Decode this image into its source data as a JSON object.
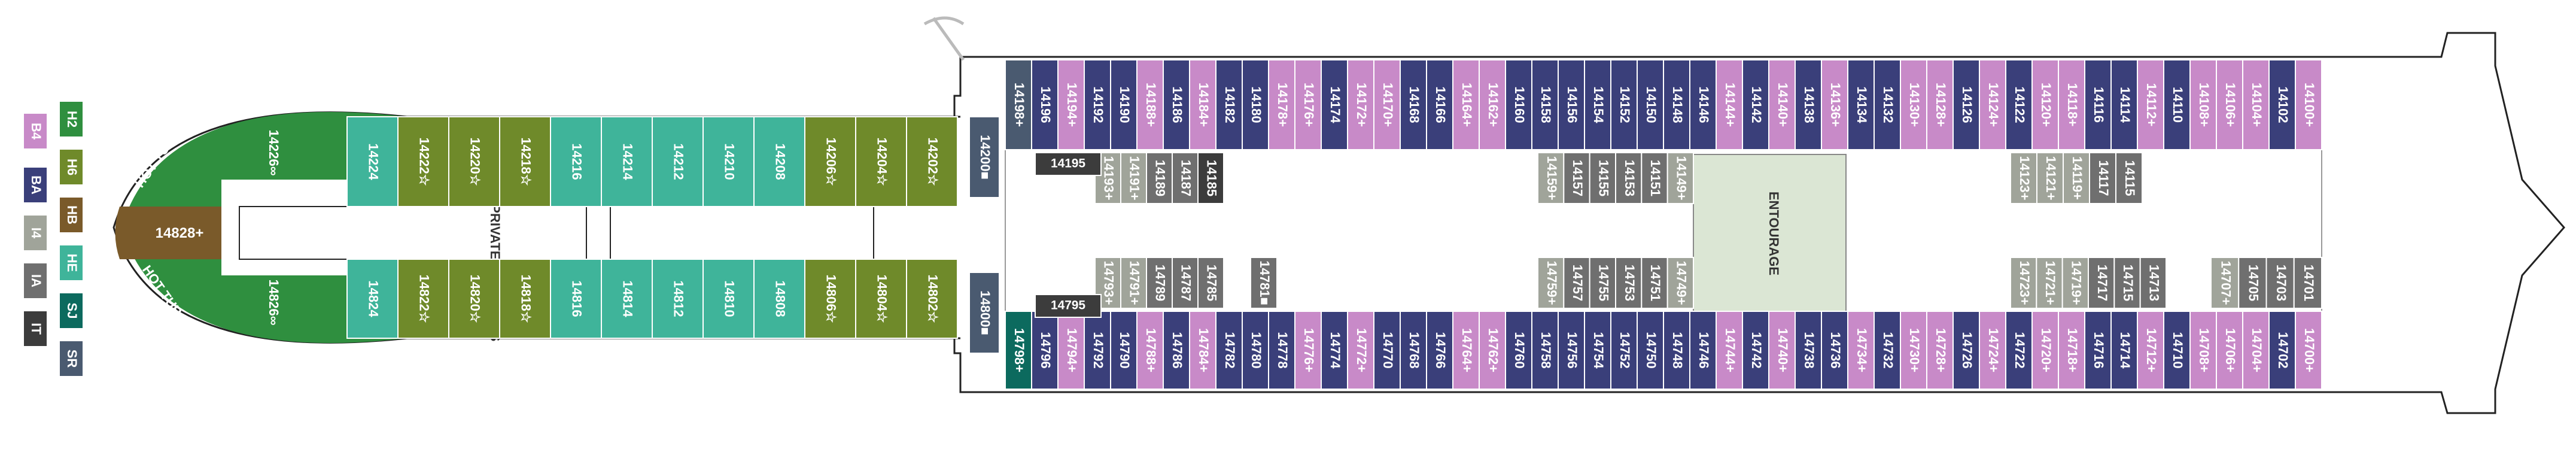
{
  "legend": [
    {
      "code": "H2",
      "color": "#2f8f3f"
    },
    {
      "code": "H6",
      "color": "#6f8a2a"
    },
    {
      "code": "HB",
      "color": "#7a5a2a"
    },
    {
      "code": "HE",
      "color": "#3fb49a"
    },
    {
      "code": "SJ",
      "color": "#0c6a5e"
    },
    {
      "code": "SR",
      "color": "#4a5a70"
    },
    {
      "code": "B4",
      "color": "#c88ac8"
    },
    {
      "code": "BA",
      "color": "#3a3f7a"
    },
    {
      "code": "I4",
      "color": "#a0a49a"
    },
    {
      "code": "IA",
      "color": "#6f6f6f"
    },
    {
      "code": "IT",
      "color": "#3c3c3c"
    }
  ],
  "labels": {
    "haven_elevators": "THE HAVEN PRIVATE ELEVATORS",
    "hot_tub": "HOT TUB",
    "entourage": "ENTOURAGE"
  },
  "haven_top": [
    {
      "num": "14226∞",
      "cat": "H2"
    },
    {
      "num": "14224",
      "cat": "HE"
    },
    {
      "num": "14222☆",
      "cat": "H6"
    },
    {
      "num": "14220☆",
      "cat": "H6"
    },
    {
      "num": "14218☆",
      "cat": "H6"
    },
    {
      "num": "14216",
      "cat": "HE"
    },
    {
      "num": "14214",
      "cat": "HE"
    },
    {
      "num": "14212",
      "cat": "HE"
    },
    {
      "num": "14210",
      "cat": "HE"
    },
    {
      "num": "14208",
      "cat": "HE"
    },
    {
      "num": "14206☆",
      "cat": "H6"
    },
    {
      "num": "14204☆",
      "cat": "H6"
    },
    {
      "num": "14202☆",
      "cat": "H6"
    }
  ],
  "haven_bottom": [
    {
      "num": "14826∞",
      "cat": "H2"
    },
    {
      "num": "14824",
      "cat": "HE"
    },
    {
      "num": "14822☆",
      "cat": "H6"
    },
    {
      "num": "14820☆",
      "cat": "H6"
    },
    {
      "num": "14818☆",
      "cat": "H6"
    },
    {
      "num": "14816",
      "cat": "HE"
    },
    {
      "num": "14814",
      "cat": "HE"
    },
    {
      "num": "14812",
      "cat": "HE"
    },
    {
      "num": "14810",
      "cat": "HE"
    },
    {
      "num": "14808",
      "cat": "HE"
    },
    {
      "num": "14806☆",
      "cat": "H6"
    },
    {
      "num": "14804☆",
      "cat": "H6"
    },
    {
      "num": "14802☆",
      "cat": "H6"
    }
  ],
  "haven_center": {
    "num": "14828+",
    "cat": "HB"
  },
  "corner_top": {
    "num": "14200■",
    "cat": "SR"
  },
  "corner_bottom": {
    "num": "14800■",
    "cat": "SR"
  },
  "fwd_top": [
    {
      "num": "14198+",
      "cat": "SR"
    },
    {
      "num": "14196",
      "cat": "BA"
    },
    {
      "num": "14194+",
      "cat": "B4"
    },
    {
      "num": "14192",
      "cat": "BA"
    },
    {
      "num": "14190",
      "cat": "BA"
    },
    {
      "num": "14188+",
      "cat": "B4"
    },
    {
      "num": "14186",
      "cat": "BA"
    },
    {
      "num": "14184+",
      "cat": "B4"
    },
    {
      "num": "14182",
      "cat": "BA"
    },
    {
      "num": "14180",
      "cat": "BA"
    },
    {
      "num": "14178+",
      "cat": "B4"
    },
    {
      "num": "14176+",
      "cat": "B4"
    },
    {
      "num": "14174",
      "cat": "BA"
    },
    {
      "num": "14172+",
      "cat": "B4"
    },
    {
      "num": "14170+",
      "cat": "B4"
    },
    {
      "num": "14168",
      "cat": "BA"
    },
    {
      "num": "14166",
      "cat": "BA"
    },
    {
      "num": "14164+",
      "cat": "B4"
    },
    {
      "num": "14162+",
      "cat": "B4"
    },
    {
      "num": "14160",
      "cat": "BA"
    },
    {
      "num": "14158",
      "cat": "BA"
    },
    {
      "num": "14156",
      "cat": "BA"
    },
    {
      "num": "14154",
      "cat": "BA"
    },
    {
      "num": "14152",
      "cat": "BA"
    },
    {
      "num": "14150",
      "cat": "BA"
    },
    {
      "num": "14148",
      "cat": "BA"
    },
    {
      "num": "14146",
      "cat": "BA"
    },
    {
      "num": "14144+",
      "cat": "B4"
    },
    {
      "num": "14142",
      "cat": "BA"
    },
    {
      "num": "14140+",
      "cat": "B4"
    },
    {
      "num": "14138",
      "cat": "BA"
    },
    {
      "num": "14136+",
      "cat": "B4"
    },
    {
      "num": "14134",
      "cat": "BA"
    },
    {
      "num": "14132",
      "cat": "BA"
    },
    {
      "num": "14130+",
      "cat": "B4"
    },
    {
      "num": "14128+",
      "cat": "B4"
    },
    {
      "num": "14126",
      "cat": "BA"
    },
    {
      "num": "14124+",
      "cat": "B4"
    },
    {
      "num": "14122",
      "cat": "BA"
    },
    {
      "num": "14120+",
      "cat": "B4"
    },
    {
      "num": "14118+",
      "cat": "B4"
    },
    {
      "num": "14116",
      "cat": "BA"
    },
    {
      "num": "14114",
      "cat": "BA"
    },
    {
      "num": "14112+",
      "cat": "B4"
    },
    {
      "num": "14110",
      "cat": "BA"
    },
    {
      "num": "14108+",
      "cat": "B4"
    },
    {
      "num": "14106+",
      "cat": "B4"
    },
    {
      "num": "14104+",
      "cat": "B4"
    },
    {
      "num": "14102",
      "cat": "BA"
    },
    {
      "num": "14100+",
      "cat": "B4"
    }
  ],
  "fwd_bottom": [
    {
      "num": "14798+",
      "cat": "SJ"
    },
    {
      "num": "14796",
      "cat": "BA"
    },
    {
      "num": "14794+",
      "cat": "B4"
    },
    {
      "num": "14792",
      "cat": "BA"
    },
    {
      "num": "14790",
      "cat": "BA"
    },
    {
      "num": "14788+",
      "cat": "B4"
    },
    {
      "num": "14786",
      "cat": "BA"
    },
    {
      "num": "14784+",
      "cat": "B4"
    },
    {
      "num": "14782",
      "cat": "BA"
    },
    {
      "num": "14780",
      "cat": "BA"
    },
    {
      "num": "14778",
      "cat": "BA"
    },
    {
      "num": "14776+",
      "cat": "B4"
    },
    {
      "num": "14774",
      "cat": "BA"
    },
    {
      "num": "14772+",
      "cat": "B4"
    },
    {
      "num": "14770",
      "cat": "BA"
    },
    {
      "num": "14768",
      "cat": "BA"
    },
    {
      "num": "14766",
      "cat": "BA"
    },
    {
      "num": "14764+",
      "cat": "B4"
    },
    {
      "num": "14762+",
      "cat": "B4"
    },
    {
      "num": "14760",
      "cat": "BA"
    },
    {
      "num": "14758",
      "cat": "BA"
    },
    {
      "num": "14756",
      "cat": "BA"
    },
    {
      "num": "14754",
      "cat": "BA"
    },
    {
      "num": "14752",
      "cat": "BA"
    },
    {
      "num": "14750",
      "cat": "BA"
    },
    {
      "num": "14748",
      "cat": "BA"
    },
    {
      "num": "14746",
      "cat": "BA"
    },
    {
      "num": "14744+",
      "cat": "B4"
    },
    {
      "num": "14742",
      "cat": "BA"
    },
    {
      "num": "14740+",
      "cat": "B4"
    },
    {
      "num": "14738",
      "cat": "BA"
    },
    {
      "num": "14736",
      "cat": "BA"
    },
    {
      "num": "14734+",
      "cat": "B4"
    },
    {
      "num": "14732",
      "cat": "BA"
    },
    {
      "num": "14730+",
      "cat": "B4"
    },
    {
      "num": "14728+",
      "cat": "B4"
    },
    {
      "num": "14726",
      "cat": "BA"
    },
    {
      "num": "14724+",
      "cat": "B4"
    },
    {
      "num": "14722",
      "cat": "BA"
    },
    {
      "num": "14720+",
      "cat": "B4"
    },
    {
      "num": "14718+",
      "cat": "B4"
    },
    {
      "num": "14716",
      "cat": "BA"
    },
    {
      "num": "14714",
      "cat": "BA"
    },
    {
      "num": "14712+",
      "cat": "B4"
    },
    {
      "num": "14710",
      "cat": "BA"
    },
    {
      "num": "14708+",
      "cat": "B4"
    },
    {
      "num": "14706+",
      "cat": "B4"
    },
    {
      "num": "14704+",
      "cat": "B4"
    },
    {
      "num": "14702",
      "cat": "BA"
    },
    {
      "num": "14700+",
      "cat": "B4"
    }
  ],
  "inner_top_a": [
    {
      "num": "14193+",
      "cat": "I4"
    },
    {
      "num": "14191+",
      "cat": "I4"
    },
    {
      "num": "14189",
      "cat": "IA"
    },
    {
      "num": "14187",
      "cat": "IA"
    },
    {
      "num": "14185",
      "cat": "IT"
    }
  ],
  "inner_top_b": [
    {
      "num": "14159+",
      "cat": "I4"
    },
    {
      "num": "14157",
      "cat": "IA"
    },
    {
      "num": "14155",
      "cat": "IA"
    },
    {
      "num": "14153",
      "cat": "IA"
    },
    {
      "num": "14151",
      "cat": "IA"
    },
    {
      "num": "14149+",
      "cat": "I4"
    }
  ],
  "inner_top_c": [
    {
      "num": "14123+",
      "cat": "I4"
    },
    {
      "num": "14121+",
      "cat": "I4"
    },
    {
      "num": "14119+",
      "cat": "I4"
    },
    {
      "num": "14117",
      "cat": "IA"
    },
    {
      "num": "14115",
      "cat": "IA"
    }
  ],
  "inner_bot_a": [
    {
      "num": "14793+",
      "cat": "I4"
    },
    {
      "num": "14791+",
      "cat": "I4"
    },
    {
      "num": "14789",
      "cat": "IA"
    },
    {
      "num": "14787",
      "cat": "IA"
    },
    {
      "num": "14785",
      "cat": "IA"
    }
  ],
  "inner_bot_a2": {
    "num": "14781■",
    "cat": "IA"
  },
  "inner_bot_b": [
    {
      "num": "14759+",
      "cat": "I4"
    },
    {
      "num": "14757",
      "cat": "IA"
    },
    {
      "num": "14755",
      "cat": "IA"
    },
    {
      "num": "14753",
      "cat": "IA"
    },
    {
      "num": "14751",
      "cat": "IA"
    },
    {
      "num": "14749+",
      "cat": "I4"
    }
  ],
  "inner_bot_c": [
    {
      "num": "14723+",
      "cat": "I4"
    },
    {
      "num": "14721+",
      "cat": "I4"
    },
    {
      "num": "14719+",
      "cat": "I4"
    },
    {
      "num": "14717",
      "cat": "IA"
    },
    {
      "num": "14715",
      "cat": "IA"
    },
    {
      "num": "14713",
      "cat": "IA"
    }
  ],
  "inner_bot_d": [
    {
      "num": "14707+",
      "cat": "I4"
    },
    {
      "num": "14705",
      "cat": "IA"
    },
    {
      "num": "14703",
      "cat": "IA"
    },
    {
      "num": "14701",
      "cat": "IA"
    }
  ],
  "horizontal_cabins": [
    {
      "num": "14195",
      "cat": "IT"
    },
    {
      "num": "14795",
      "cat": "IT"
    }
  ]
}
